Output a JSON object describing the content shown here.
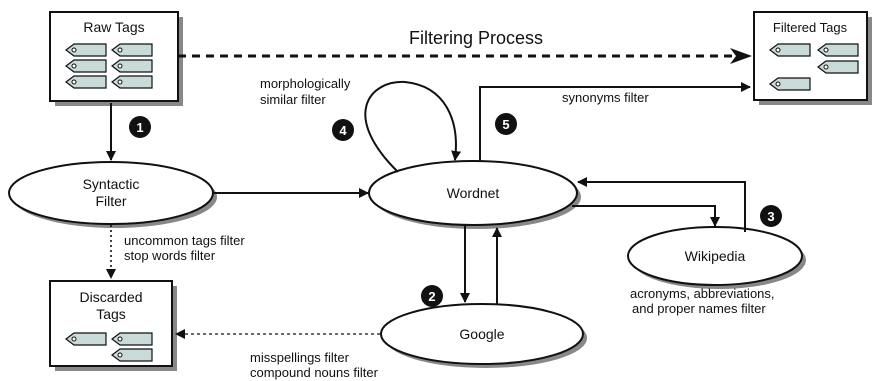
{
  "title": "Filtering Process",
  "boxes": {
    "raw_tags": "Raw Tags",
    "filtered_tags": "Filtered Tags",
    "discarded_tags_line1": "Discarded",
    "discarded_tags_line2": "Tags"
  },
  "nodes": {
    "syntactic_line1": "Syntactic",
    "syntactic_line2": "Filter",
    "wordnet": "Wordnet",
    "wikipedia": "Wikipedia",
    "google": "Google"
  },
  "edge_labels": {
    "morph_line1": "morphologically",
    "morph_line2": "similar filter",
    "synonyms": "synonyms filter",
    "uncommon": "uncommon tags filter",
    "stopwords": "stop words filter",
    "acronyms_line1": "acronyms, abbreviations,",
    "acronyms_line2": "and proper names filter",
    "misspellings": "misspellings filter",
    "compound": "compound nouns filter"
  },
  "steps": [
    "1",
    "2",
    "3",
    "4",
    "5"
  ],
  "colors": {
    "tag_fill": "#c9dbd9",
    "line": "#111111",
    "shadow": "#777777"
  }
}
